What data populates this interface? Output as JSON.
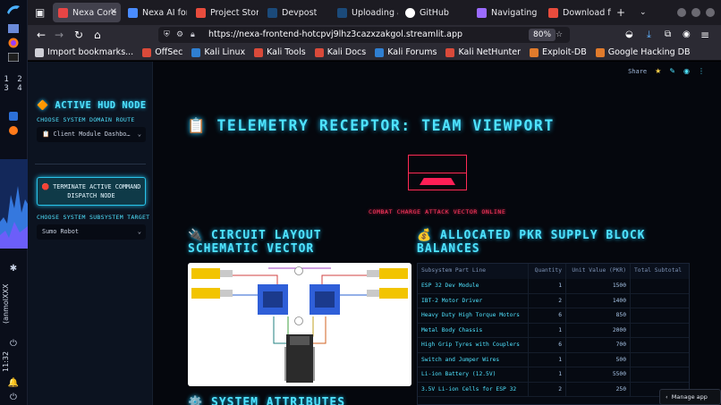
{
  "dock": {
    "workspaces": "1 2 3 4",
    "user_label": "(anmolXXX",
    "clock": "11:32"
  },
  "tabs": [
    {
      "label": "Nexa Core",
      "active": true,
      "color": "#e64545"
    },
    {
      "label": "Nexa AI for Ro",
      "active": false,
      "color": "#4a8cff"
    },
    {
      "label": "Project Story",
      "active": false,
      "color": "#e84c3d"
    },
    {
      "label": "Devpost",
      "active": false,
      "color": "#1b4a7a"
    },
    {
      "label": "Uploading a d",
      "active": false,
      "color": "#1b4a7a"
    },
    {
      "label": "GitHub",
      "active": false,
      "color": "#ffffff"
    },
    {
      "label": "Navigating a",
      "active": false,
      "color": "#9b6bff"
    },
    {
      "label": "Download file",
      "active": false,
      "color": "#e84c3d"
    }
  ],
  "nav": {
    "url": "https://nexa-frontend-hotcpvj9lhz3cazxzakgol.streamlit.app",
    "zoom": "80%"
  },
  "bookmarks": [
    {
      "label": "Import bookmarks...",
      "color": "#cfcfd6"
    },
    {
      "label": "OffSec",
      "color": "#d94a3a"
    },
    {
      "label": "Kali Linux",
      "color": "#2f7fd1"
    },
    {
      "label": "Kali Tools",
      "color": "#d94a3a"
    },
    {
      "label": "Kali Docs",
      "color": "#d94a3a"
    },
    {
      "label": "Kali Forums",
      "color": "#2f7fd1"
    },
    {
      "label": "Kali NetHunter",
      "color": "#d94a3a"
    },
    {
      "label": "Exploit-DB",
      "color": "#e07b2c"
    },
    {
      "label": "Google Hacking DB",
      "color": "#e07b2c"
    }
  ],
  "sidebar": {
    "heading": "🔶 ACTIVE HUD NODE",
    "domain_label": "CHOOSE SYSTEM DOMAIN ROUTE",
    "domain_value": "📋 Client Module Dashbo…",
    "terminate_button": "🛑 TERMINATE ACTIVE COMMAND DISPATCH NODE",
    "subsystem_label": "CHOOSE SYSTEM SUBSYSTEM TARGET",
    "subsystem_value": "Sumo Robot"
  },
  "toolbar": {
    "share": "Share"
  },
  "main": {
    "title": "📋 TELEMETRY RECEPTOR: TEAM VIEWPORT",
    "combat_text": "COMBAT CHARGE ATTACK VECTOR ONLINE",
    "circuit_heading_1": "🔌 CIRCUIT LAYOUT",
    "circuit_heading_2": "SCHEMATIC VECTOR",
    "supply_heading_1": "💰 ALLOCATED PKR SUPPLY BLOCK",
    "supply_heading_2": "BALANCES",
    "attributes_heading": "⚙️ SYSTEM ATTRIBUTES"
  },
  "table": {
    "headers": [
      "Subsystem Part Line",
      "Quantity",
      "Unit Value (PKR)",
      "Total Subtotal"
    ],
    "rows": [
      [
        "ESP 32 Dev Module",
        "1",
        "1500"
      ],
      [
        "IBT-2 Motor Driver",
        "2",
        "1400"
      ],
      [
        "Heavy Duty High Torque Motors",
        "6",
        "850"
      ],
      [
        "Metal Body Chassis",
        "1",
        "2000"
      ],
      [
        "High Grip Tyres with Couplers",
        "6",
        "700"
      ],
      [
        "Switch and Jumper Wires",
        "1",
        "500"
      ],
      [
        "Li-ion Battery  (12.5V)",
        "1",
        "5500"
      ],
      [
        "3.5V Li-ion Cells for ESP 32",
        "2",
        "250"
      ]
    ]
  },
  "manage_app": "Manage app",
  "colors": {
    "accent": "#4fe3ff",
    "alert": "#ff2a55",
    "panel": "#0c1320"
  }
}
